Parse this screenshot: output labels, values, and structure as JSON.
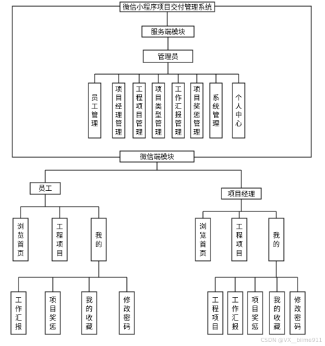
{
  "title": "微信小程序项目交付管理系统",
  "server_module": "服务端模块",
  "admin": "管理员",
  "admin_modules": [
    "员工管理",
    "项目经理管理",
    "工程项目管理",
    "项目类型管理",
    "工作汇报管理",
    "项目奖惩管理",
    "系统管理",
    "个人中心"
  ],
  "wechat_module": "微信端模块",
  "employee": {
    "label": "员工",
    "pages": [
      "浏览首页",
      "工程项目",
      "我的"
    ],
    "mine_items": [
      "工作汇报",
      "项目奖惩",
      "我的收藏",
      "修改密码"
    ]
  },
  "manager": {
    "label": "项目经理",
    "pages": [
      "浏览首页",
      "工程项目",
      "我的"
    ],
    "mine_items": [
      "工程项目",
      "工作汇报",
      "项目奖惩",
      "我的收藏",
      "修改密码"
    ]
  },
  "watermark": "CSDN @VX__biime911"
}
